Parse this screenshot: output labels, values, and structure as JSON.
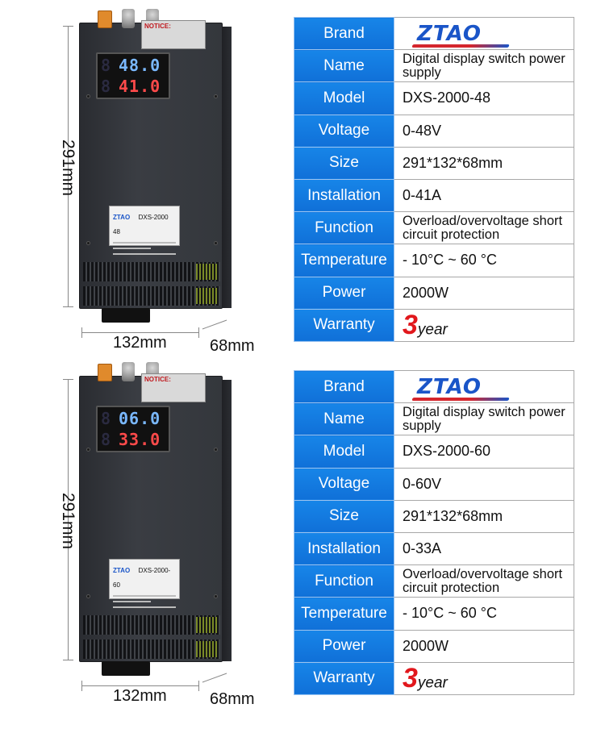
{
  "products": [
    {
      "display": {
        "voltage": "48.0",
        "current": "41.0",
        "ghost": "8"
      },
      "label_plate": {
        "logo": "ZTAO",
        "model": "DXS-2000 48"
      },
      "notice_title": "NOTICE:",
      "dimensions": {
        "height": "291mm",
        "width": "132mm",
        "depth": "68mm"
      },
      "specs": [
        {
          "key": "Brand",
          "value": "ZTAO",
          "kind": "logo"
        },
        {
          "key": "Name",
          "value": "Digital display switch power supply",
          "kind": "two"
        },
        {
          "key": "Model",
          "value": "DXS-2000-48"
        },
        {
          "key": "Voltage",
          "value": "0-48V"
        },
        {
          "key": "Size",
          "value": "291*132*68mm"
        },
        {
          "key": "Installation",
          "value": "0-41A"
        },
        {
          "key": "Function",
          "value": "Overload/overvoltage short circuit protection",
          "kind": "two"
        },
        {
          "key": "Temperature",
          "value": "- 10°C ~ 60 °C"
        },
        {
          "key": "Power",
          "value": "2000W"
        },
        {
          "key": "Warranty",
          "value": "3",
          "unit": "year",
          "kind": "warranty"
        }
      ]
    },
    {
      "display": {
        "voltage": "06.0",
        "current": "33.0",
        "ghost": "8"
      },
      "label_plate": {
        "logo": "ZTAO",
        "model": "DXS-2000-60"
      },
      "notice_title": "NOTICE:",
      "dimensions": {
        "height": "291mm",
        "width": "132mm",
        "depth": "68mm"
      },
      "specs": [
        {
          "key": "Brand",
          "value": "ZTAO",
          "kind": "logo"
        },
        {
          "key": "Name",
          "value": "Digital display switch power supply",
          "kind": "two"
        },
        {
          "key": "Model",
          "value": "DXS-2000-60"
        },
        {
          "key": "Voltage",
          "value": "0-60V"
        },
        {
          "key": "Size",
          "value": "291*132*68mm"
        },
        {
          "key": "Installation",
          "value": "0-33A"
        },
        {
          "key": "Function",
          "value": "Overload/overvoltage short circuit protection",
          "kind": "two"
        },
        {
          "key": "Temperature",
          "value": "- 10°C ~ 60 °C"
        },
        {
          "key": "Power",
          "value": "2000W"
        },
        {
          "key": "Warranty",
          "value": "3",
          "unit": "year",
          "kind": "warranty"
        }
      ]
    }
  ]
}
